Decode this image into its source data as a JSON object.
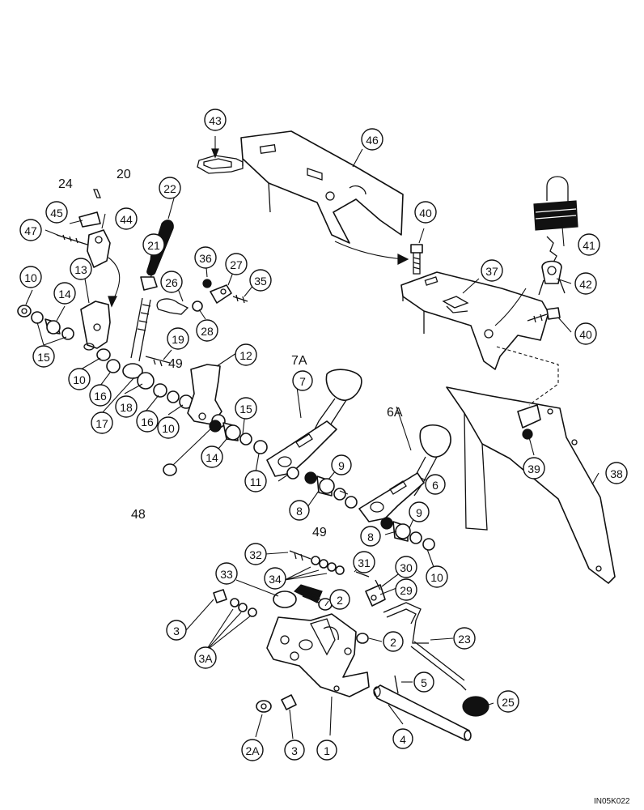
{
  "callouts": {
    "c1": "1",
    "c2a": "2",
    "c2b": "2",
    "c2A": "2A",
    "c3a": "3",
    "c3b": "3",
    "c3A": "3A",
    "c4": "4",
    "c5": "5",
    "c6": "6",
    "c7": "7",
    "c8a": "8",
    "c8b": "8",
    "c9a": "9",
    "c9b": "9",
    "c10a": "10",
    "c10b": "10",
    "c10c": "10",
    "c10d": "10",
    "c11": "11",
    "c12": "12",
    "c13": "13",
    "c14a": "14",
    "c14b": "14",
    "c15a": "15",
    "c15b": "15",
    "c16a": "16",
    "c16b": "16",
    "c17": "17",
    "c18": "18",
    "c19": "19",
    "c21": "21",
    "c22": "22",
    "c23": "23",
    "c25": "25",
    "c26": "26",
    "c27": "27",
    "c28": "28",
    "c29": "29",
    "c30": "30",
    "c31": "31",
    "c32": "32",
    "c33": "33",
    "c34": "34",
    "c35": "35",
    "c36": "36",
    "c37": "37",
    "c38": "38",
    "c39": "39",
    "c40a": "40",
    "c40b": "40",
    "c41": "41",
    "c42": "42",
    "c43": "43",
    "c44": "44",
    "c45": "45",
    "c46": "46",
    "c47": "47"
  },
  "plain_labels": {
    "l20": "20",
    "l24": "24",
    "l7A": "7A",
    "l6A": "6A",
    "l49a": "49",
    "l49b": "49",
    "l48": "48"
  },
  "figure_code": "IN05K022"
}
